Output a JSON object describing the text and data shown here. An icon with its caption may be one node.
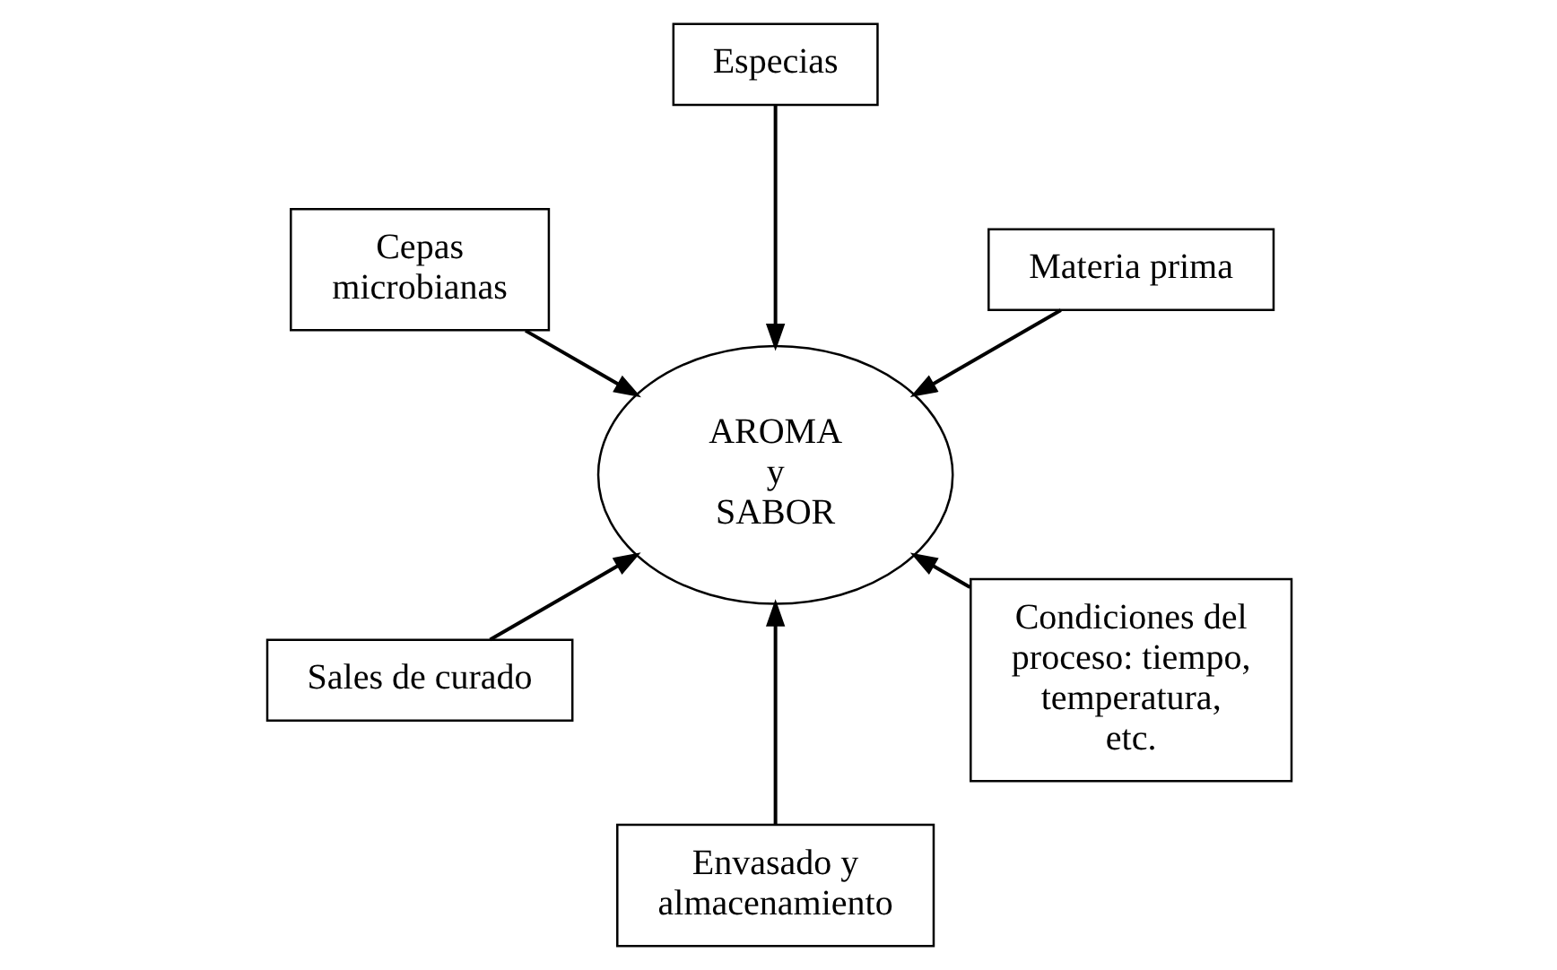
{
  "diagram": {
    "nodes": [
      {
        "text": [
          "Materia prima"
        ]
      },
      {
        "text": [
          "Especias"
        ]
      },
      {
        "text": [
          "Cepas microbianas"
        ]
      },
      {
        "text": [
          "AROMA y SABOR"
        ]
      },
      {
        "text": [
          "Sales de curado"
        ]
      },
      {
        "text": [
          "Envasado y almacenamiento"
        ]
      },
      {
        "text": [
          "Condiciones del proceso: tiempo, temperatura, etc."
        ]
      }
    ],
    "edges": [
      {
        "from": 0,
        "to": 3,
        "arrow": "to"
      },
      {
        "from": 1,
        "to": 3,
        "arrow": "to"
      },
      {
        "from": 2,
        "to": 3,
        "arrow": "to"
      },
      {
        "from": 4,
        "to": 3,
        "arrow": "to"
      },
      {
        "from": 5,
        "to": 3,
        "arrow": "to"
      },
      {
        "from": 6,
        "to": 3,
        "arrow": "to"
      }
    ]
  }
}
